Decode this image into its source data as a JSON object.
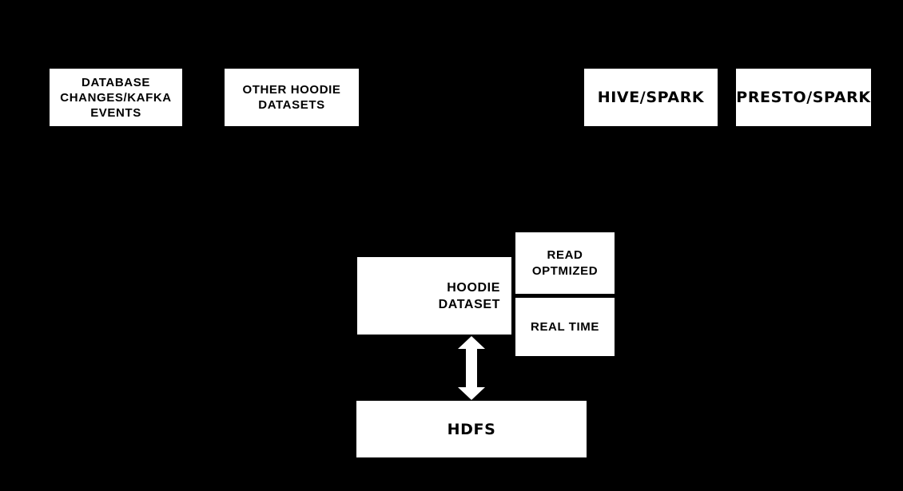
{
  "diagram": {
    "background_color": "#000000",
    "node_fill_color": "#ffffff",
    "node_text_color": "#000000",
    "arrow_color": "#ffffff",
    "nodes": {
      "database_changes": {
        "label": "DATABASE\nCHANGES/KAFKA\nEVENTS"
      },
      "other_hoodie_datasets": {
        "label": "OTHER HOODIE\nDATASETS"
      },
      "hive_spark": {
        "label": "HIVE/SPARK"
      },
      "presto_spark": {
        "label": "PRESTO/SPARK"
      },
      "hoodie_dataset": {
        "label": "HOODIE\nDATASET"
      },
      "read_optimized": {
        "label": "READ\nOPTMIZED"
      },
      "real_time": {
        "label": "REAL TIME"
      },
      "hdfs": {
        "label": "HDFS"
      }
    },
    "connectors": [
      {
        "id": "hoodie-hdfs-arrow",
        "type": "double-headed-vertical-arrow",
        "from": "hoodie_dataset",
        "to": "hdfs"
      }
    ]
  }
}
